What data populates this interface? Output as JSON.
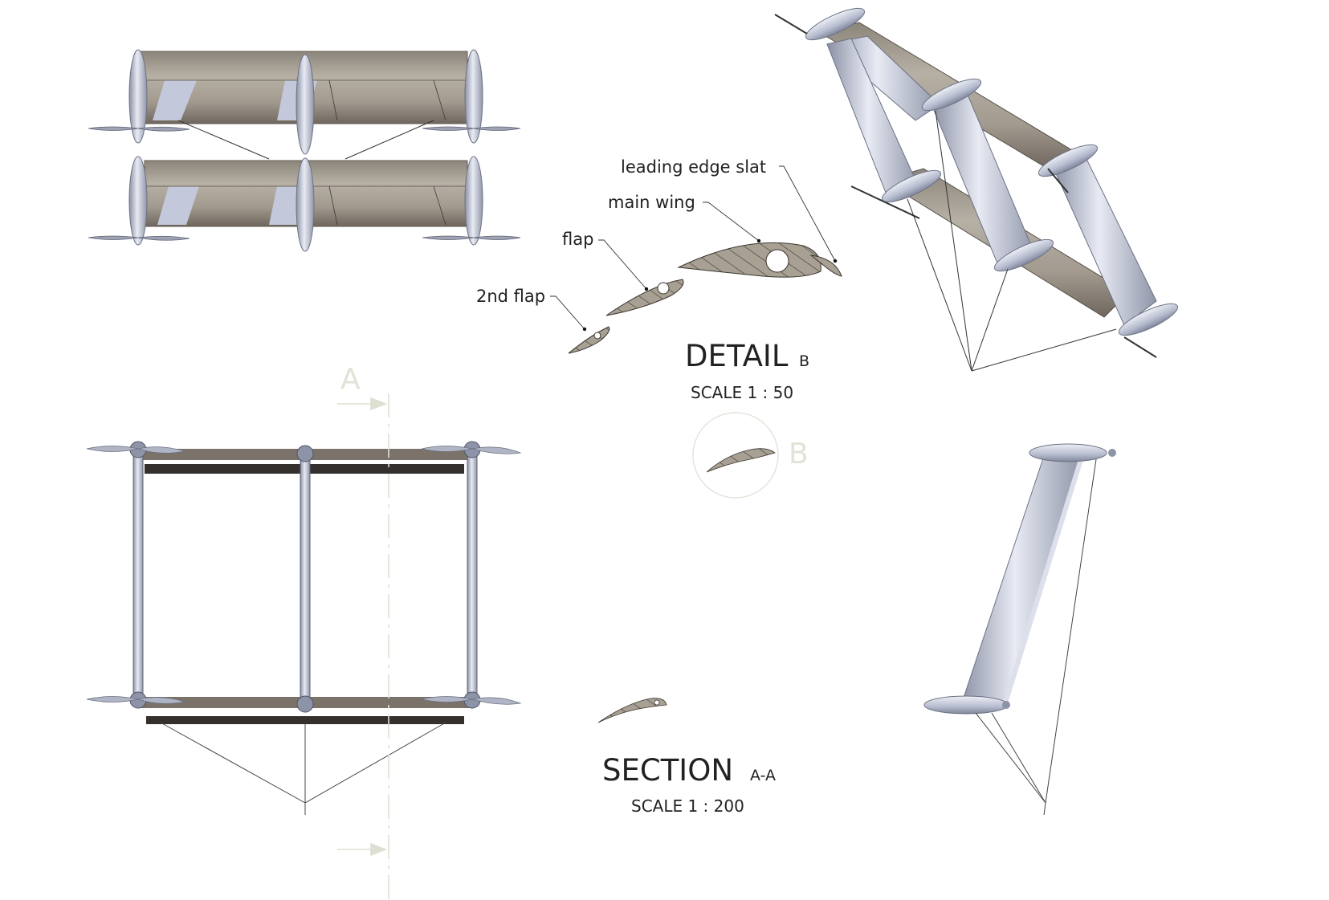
{
  "detail": {
    "callouts": {
      "slat": "leading edge slat",
      "main": "main wing",
      "flap": "flap",
      "flap2": "2nd flap"
    },
    "title": "DETAIL",
    "letter": "B",
    "scale": "SCALE  1 : 50",
    "ref_letter": "B"
  },
  "section": {
    "title": "SECTION",
    "letter": "A-A",
    "scale": "SCALE  1 : 200",
    "cut_letter": "A"
  },
  "colors": {
    "wing_fabric": "#a9a195",
    "wing_shadow": "#6e665d",
    "structure": "#b9bfd3",
    "structure_dark": "#7c8296",
    "line": "#333333",
    "ghost": "#e2e2d6"
  }
}
